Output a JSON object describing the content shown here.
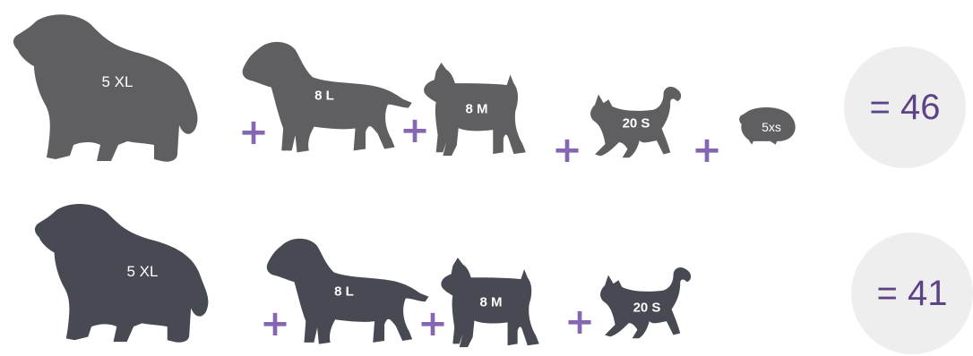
{
  "colors": {
    "row1_animal": "#5f5f62",
    "row2_animal": "#474a52",
    "plus": "#8466b2",
    "total_text": "#5d4386",
    "total_bg": "#efeeef"
  },
  "rows": [
    {
      "animals": [
        {
          "icon": "bernese-dog-icon",
          "label": "5 XL"
        },
        {
          "icon": "labrador-dog-icon",
          "label": "8 L"
        },
        {
          "icon": "schnauzer-dog-icon",
          "label": "8 M"
        },
        {
          "icon": "cat-icon",
          "label": "20 S"
        },
        {
          "icon": "guinea-pig-icon",
          "label": "5xs"
        }
      ],
      "plus_symbol": "+",
      "total": "= 46"
    },
    {
      "animals": [
        {
          "icon": "bernese-dog-icon",
          "label": "5 XL"
        },
        {
          "icon": "labrador-dog-icon",
          "label": "8 L"
        },
        {
          "icon": "schnauzer-dog-icon",
          "label": "8 M"
        },
        {
          "icon": "cat-icon",
          "label": "20 S"
        }
      ],
      "plus_symbol": "+",
      "total": "= 41"
    }
  ]
}
